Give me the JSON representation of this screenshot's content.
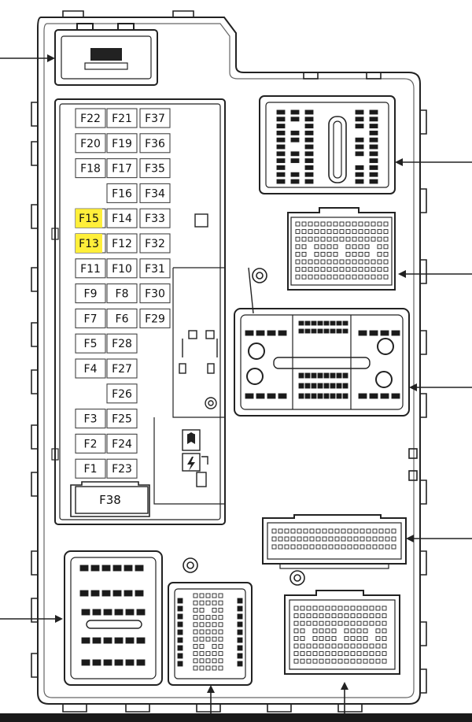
{
  "colors": {
    "stroke": "#222222",
    "light": "#8a8a8a",
    "fill_dark": "#1a1a1a",
    "highlight": "#ffef3a",
    "bg": "#ffffff"
  },
  "fuses": {
    "F22": "F22",
    "F21": "F21",
    "F37": "F37",
    "F20": "F20",
    "F19": "F19",
    "F36": "F36",
    "F18": "F18",
    "F17": "F17",
    "F35": "F35",
    "F16": "F16",
    "F34": "F34",
    "F15": "F15",
    "F14": "F14",
    "F33": "F33",
    "F13": "F13",
    "F12": "F12",
    "F32": "F32",
    "F11": "F11",
    "F10": "F10",
    "F31": "F31",
    "F9": "F9",
    "F8": "F8",
    "F30": "F30",
    "F7": "F7",
    "F6": "F6",
    "F29": "F29",
    "F5": "F5",
    "F28": "F28",
    "F4": "F4",
    "F27": "F27",
    "F26": "F26",
    "F3": "F3",
    "F25": "F25",
    "F2": "F2",
    "F24": "F24",
    "F1": "F1",
    "F23": "F23",
    "F38": "F38"
  },
  "highlighted": [
    "F15",
    "F13"
  ],
  "icons": {
    "book_symbol": "manual-book-icon",
    "lightning_symbol": "lightning-icon"
  }
}
